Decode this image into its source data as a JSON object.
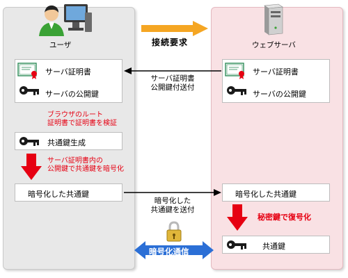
{
  "left": {
    "role_label": "ユーザ",
    "cert_box": {
      "cert_label": "サーバ証明書",
      "pubkey_label": "サーバの公開鍵"
    },
    "verify_note": [
      "ブラウザのルート",
      "証明書で証明書を検証"
    ],
    "common_key_box": "共通鍵生成",
    "encrypt_note": [
      "サーバ証明書内の",
      "公開鍵で共通鍵を暗号化"
    ],
    "encrypted_box": "暗号化した共通鍵"
  },
  "right": {
    "role_label": "ウェブサーバ",
    "cert_box": {
      "cert_label": "サーバ証明書",
      "pubkey_label": "サーバの公開鍵"
    },
    "encrypted_box": "暗号化した共通鍵",
    "decrypt_note": "秘密鍵で復号化",
    "common_key_box": "共通鍵"
  },
  "center": {
    "connect_request": "接続要求",
    "send_cert": [
      "サーバ証明書",
      "公開鍵付送付"
    ],
    "send_key": [
      "暗号化した",
      "共通鍵を送付"
    ],
    "encrypted_comm": "暗号化通信"
  },
  "colors": {
    "orange": "#f5a623",
    "red": "#e60012",
    "blue": "#2b6fd6",
    "left_bg": "#e8e8e8",
    "right_bg": "#f9e1e4"
  },
  "icons": [
    "user-icon",
    "server-icon",
    "certificate-icon",
    "key-icon",
    "padlock-icon"
  ]
}
